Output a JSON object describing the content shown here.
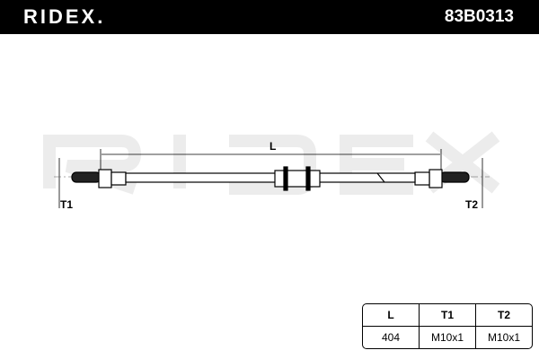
{
  "header": {
    "brand": "RIDEX.",
    "part_number": "83B0313"
  },
  "diagram": {
    "dimension_L": "L",
    "dimension_T1": "T1",
    "dimension_T2": "T2",
    "watermark": "RIDEX"
  },
  "specs": {
    "headers": [
      "L",
      "T1",
      "T2"
    ],
    "values": [
      "404",
      "M10x1",
      "M10x1"
    ]
  }
}
